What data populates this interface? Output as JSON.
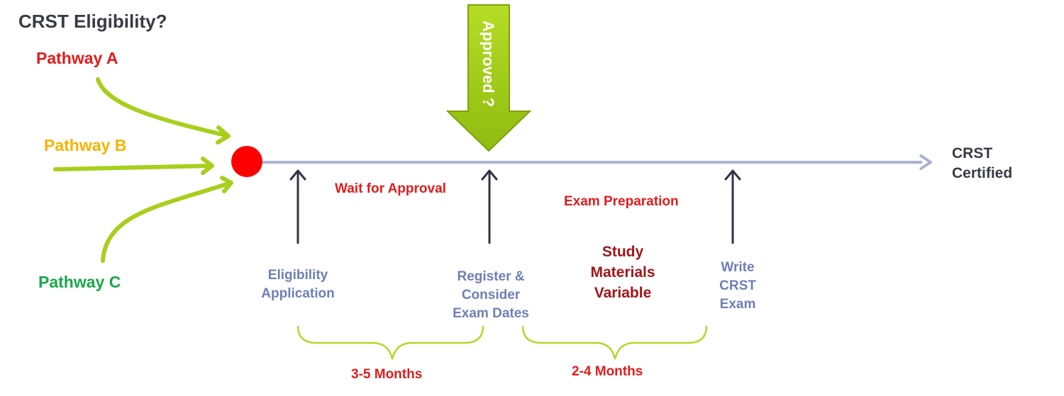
{
  "title": "CRST Eligibility?",
  "pathways": {
    "a": "Pathway A",
    "b": "Pathway B",
    "c": "Pathway C"
  },
  "approved_label": "Approved ?",
  "end_label": [
    "CRST",
    "Certified"
  ],
  "phases": {
    "wait": "Wait for Approval",
    "prep": "Exam Preparation"
  },
  "milestones": {
    "eligibility": [
      "Eligibility",
      "Application"
    ],
    "register": [
      "Register &",
      "Consider",
      "Exam Dates"
    ],
    "study": [
      "Study",
      "Materials",
      "Variable"
    ],
    "write": [
      "Write",
      "CRST",
      "Exam"
    ]
  },
  "durations": {
    "first": "3-5 Months",
    "second": "2-4 Months"
  },
  "colors": {
    "pathway_a": "#e31b1b",
    "pathway_b": "#f5b400",
    "pathway_c": "#18a84a",
    "arrow_green": "#a7cf1c",
    "timeline": "#a8b2d6",
    "milestone_text": "#6e7fb5",
    "phase_text": "#e31b1b",
    "study_text": "#a11418",
    "start_dot": "#ff0000",
    "milestone_arrow": "#2e3445"
  }
}
